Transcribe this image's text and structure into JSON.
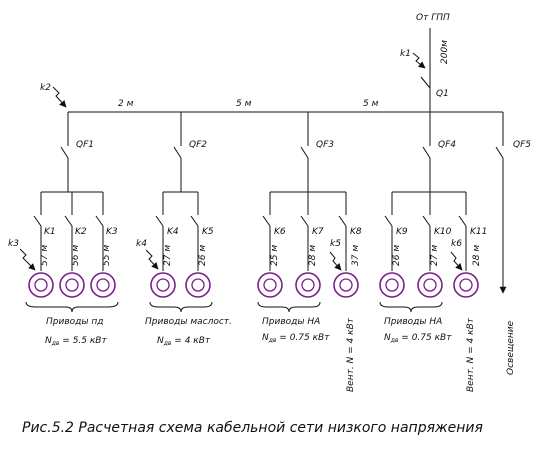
{
  "source": {
    "label": "От ГПП",
    "cable_label": "k1",
    "cable_length": "200м"
  },
  "main_breaker": {
    "label": "Q1",
    "fault_point": "k2"
  },
  "bus_segments": [
    "2 м",
    "5 м",
    "5 м"
  ],
  "breakers": [
    "QF1",
    "QF2",
    "QF3",
    "QF4",
    "QF5"
  ],
  "cables": [
    {
      "label": "K1",
      "length": "57 м"
    },
    {
      "label": "K2",
      "length": "56 м"
    },
    {
      "label": "K3",
      "length": "55 м"
    },
    {
      "label": "K4",
      "length": "27 м"
    },
    {
      "label": "K5",
      "length": "26 м"
    },
    {
      "label": "K6",
      "length": "25 м"
    },
    {
      "label": "K7",
      "length": "28 м"
    },
    {
      "label": "K8",
      "length": "37 м"
    },
    {
      "label": "K9",
      "length": "26 м"
    },
    {
      "label": "K10",
      "length": "27 м"
    },
    {
      "label": "K11",
      "length": "28 м"
    }
  ],
  "fault_points": [
    "k3",
    "k4",
    "k5",
    "k6"
  ],
  "groups": [
    {
      "name": "Приводы пд",
      "power_prefix": "N",
      "power_sub": "дв",
      "power_value": "= 5.5 кВт"
    },
    {
      "name": "Приводы маслост.",
      "power_prefix": "N",
      "power_sub": "дв",
      "power_value": "= 4 кВт"
    },
    {
      "name": "Приводы НА",
      "power_prefix": "N",
      "power_sub": "дв",
      "power_value": "= 0.75 кВт"
    },
    {
      "name": "Приводы НА",
      "power_prefix": "N",
      "power_sub": "дв",
      "power_value": "= 0.75 кВт"
    }
  ],
  "fans": [
    "Вент.  N = 4 кВт",
    "Вент.  N = 4 кВт"
  ],
  "lighting": "Освещение",
  "caption": "Рис.5.2  Расчетная  схема  кабельной  сети  низкого  напряжения"
}
